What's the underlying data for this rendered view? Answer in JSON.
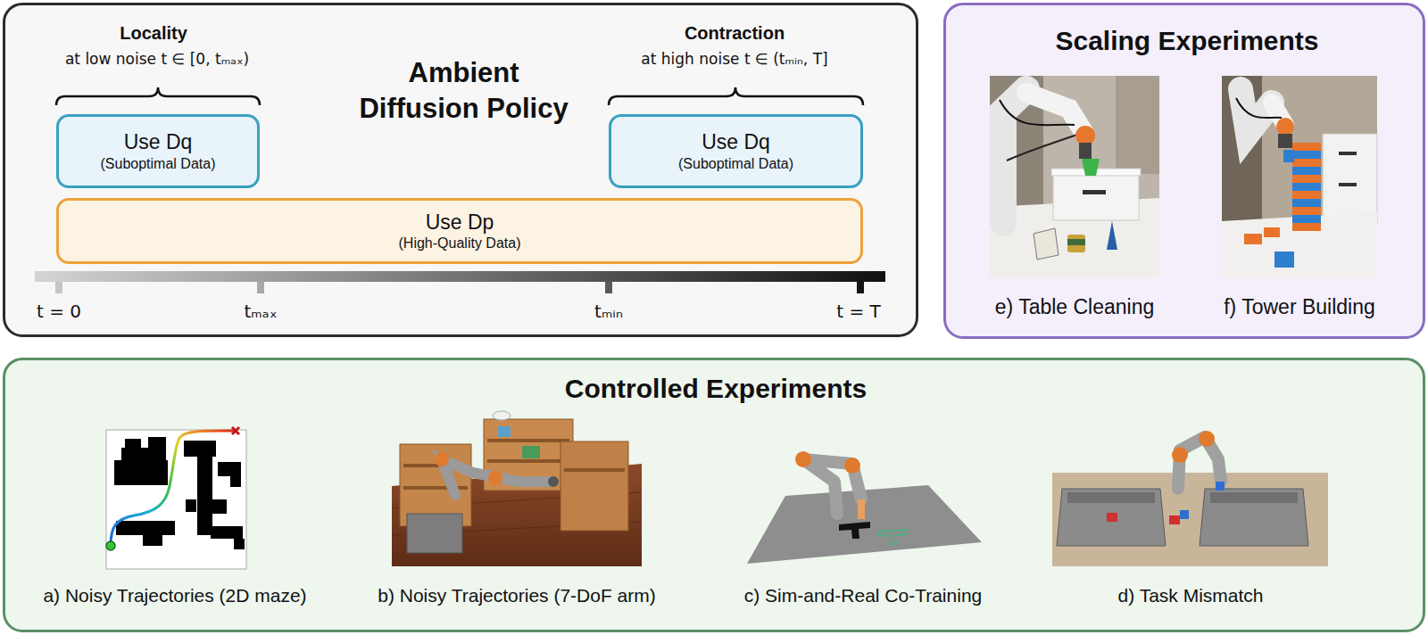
{
  "diagram": {
    "nodes": [
      {
        "text": [
          "Ambient Diffusion Policy"
        ]
      },
      {
        "text": [
          "Use Dq",
          "(Suboptimal Data)"
        ],
        "in": 0
      },
      {
        "text": [
          "Use Dq",
          "(Suboptimal Data)"
        ],
        "in": 0
      },
      {
        "text": [
          "Use Dp",
          "(High-Quality Data)"
        ],
        "in": 0
      },
      {
        "text": [
          "Scaling Experiments"
        ]
      },
      {
        "text": [
          "Controlled Experiments"
        ]
      }
    ],
    "labels": [
      "Locality",
      "at low noise t ∈ [0, tₘₐₓ)",
      "Contraction",
      "at high noise t ∈ (tₘᵢₙ, T]",
      "t = 0",
      "tₘₐₓ",
      "tₘᵢₙ",
      "t = T",
      "e) Table Cleaning",
      "f) Tower Building",
      "a) Noisy Trajectories (2D maze)",
      "b) Noisy Trajectories (7-DoF arm)",
      "c) Sim-and-Real Co-Training",
      "d) Task Mismatch"
    ]
  }
}
